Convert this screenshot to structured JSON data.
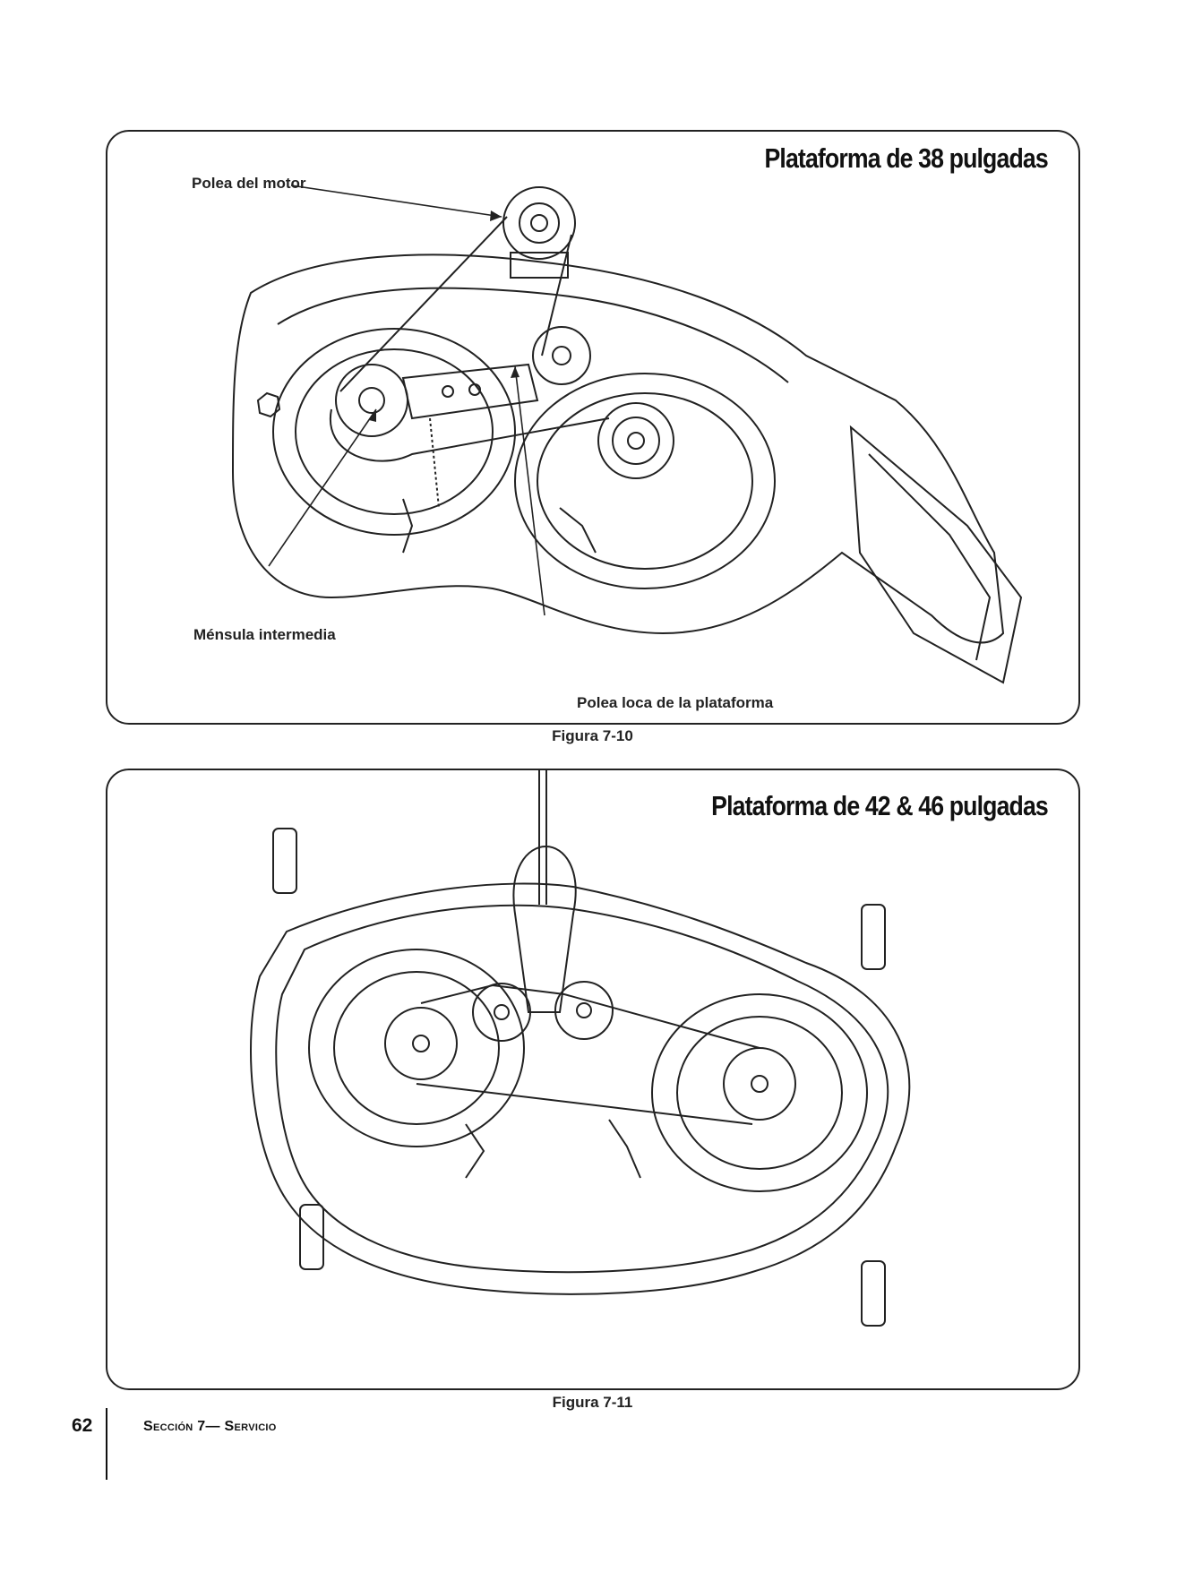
{
  "figure1": {
    "title": "Plataforma de 38 pulgadas",
    "labels": {
      "engine_pulley": "Polea del motor",
      "idler_bracket": "Ménsula intermedia",
      "deck_idler_pulley": "Polea loca de la plataforma"
    },
    "caption": "Figura 7-10"
  },
  "figure2": {
    "title": "Plataforma de 42 & 46 pulgadas",
    "caption": "Figura 7-11"
  },
  "footer": {
    "page_number": "62",
    "section_label": "Sección 7— Servicio"
  }
}
